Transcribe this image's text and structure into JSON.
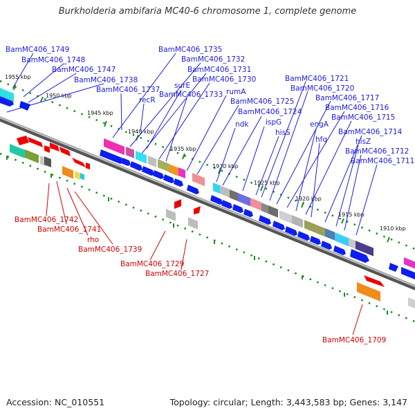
{
  "title": "Burkholderia ambifaria MC40-6 chromosome 1, complete genome",
  "footer": {
    "accession": "Accession: NC_010551",
    "topology": "Topology: circular; Length: 3,443,583 bp; Genes: 3,147"
  },
  "scale_labels": [
    "1955 kbp",
    "1950 kbp",
    "1945 kbp",
    "1940 kbp",
    "1935 kbp",
    "1930 kbp",
    "1925 kbp",
    "1920 kbp",
    "1915 kbp",
    "1910 kbp"
  ],
  "top_labels": [
    "BamMC406_1749",
    "BamMC406_1748",
    "BamMC406_1747",
    "BamMC406_1738",
    "BamMC406_1737",
    "recR",
    "BamMC406_1735",
    "BamMC406_1732",
    "BamMC406_1731",
    "BamMC406_1730",
    "surE",
    "BamMC406_1733",
    "rumA",
    "BamMC406_1725",
    "ndk",
    "BamMC406_1724",
    "ispG",
    "hisS",
    "BamMC406_1721",
    "BamMC406_1720",
    "BamMC406_1717",
    "BamMC406_1716",
    "engA",
    "BamMC406_1715",
    "hfq",
    "BamMC406_1714",
    "hisZ",
    "BamMC406_1712",
    "BamMC406_1711"
  ],
  "bottom_labels": [
    "BamMC406_1742",
    "BamMC406_1741",
    "rho",
    "BamMC406_1739",
    "BamMC406_1729",
    "BamMC406_1727",
    "BamMC406_1709"
  ],
  "colors": {
    "forward_gene": "#0d1ef0",
    "reverse_gene": "#ee0000",
    "forward_label": "#1a1adf",
    "reverse_label": "#d20000",
    "tick": "#1c8a1c",
    "backbone": "#777777"
  }
}
